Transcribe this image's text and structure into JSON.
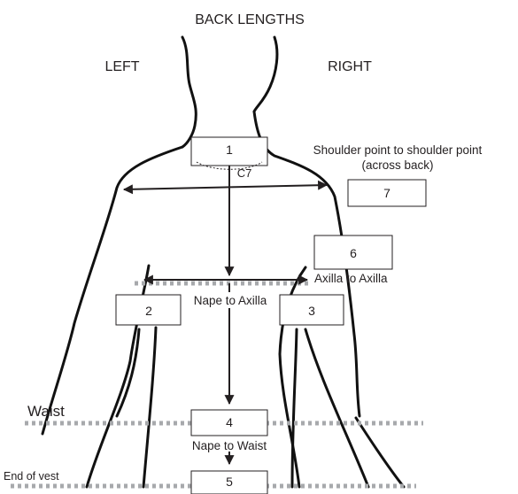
{
  "title": "BACK LENGTHS",
  "side_left": "LEFT",
  "side_right": "RIGHT",
  "c7_label": "C7",
  "boxes": {
    "b1": "1",
    "b2": "2",
    "b3": "3",
    "b4": "4",
    "b5": "5",
    "b6": "6",
    "b7": "7"
  },
  "labels": {
    "shoulder_line1": "Shoulder point to shoulder point",
    "shoulder_line2": "(across back)",
    "axilla_to_axilla": "Axilla to Axilla",
    "nape_to_axilla": "Nape to Axilla",
    "nape_to_waist": "Nape to Waist",
    "waist": "Waist",
    "end_of_vest": "End of vest"
  }
}
